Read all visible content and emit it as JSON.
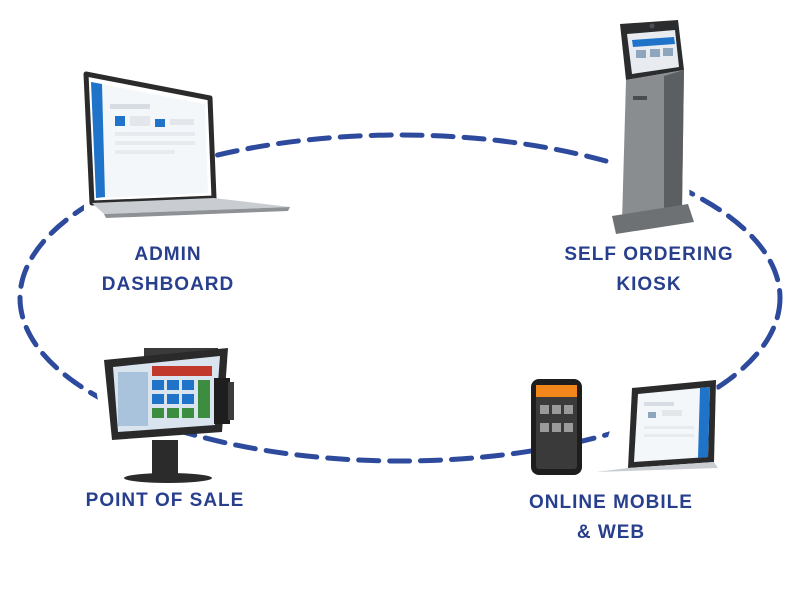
{
  "colors": {
    "ring": "#2d4a9c",
    "label": "#283f8e",
    "device_dark": "#2b2b2b",
    "screen_accent": "#1f73c8",
    "kiosk_body": "#7f8284",
    "phone_header": "#f2861b",
    "pos_key_red": "#c0392b",
    "pos_key_green": "#3c8d40"
  },
  "nodes": [
    {
      "id": "admin",
      "icon": "laptop-icon",
      "lines": [
        "ADMIN",
        "DASHBOARD"
      ]
    },
    {
      "id": "kiosk",
      "icon": "kiosk-icon",
      "lines": [
        "SELF ORDERING",
        "KIOSK"
      ]
    },
    {
      "id": "pos",
      "icon": "pos-terminal-icon",
      "lines": [
        "POINT OF SALE"
      ]
    },
    {
      "id": "online",
      "icon": "phone-and-laptop-icon",
      "lines": [
        "ONLINE MOBILE",
        "& WEB"
      ]
    }
  ]
}
